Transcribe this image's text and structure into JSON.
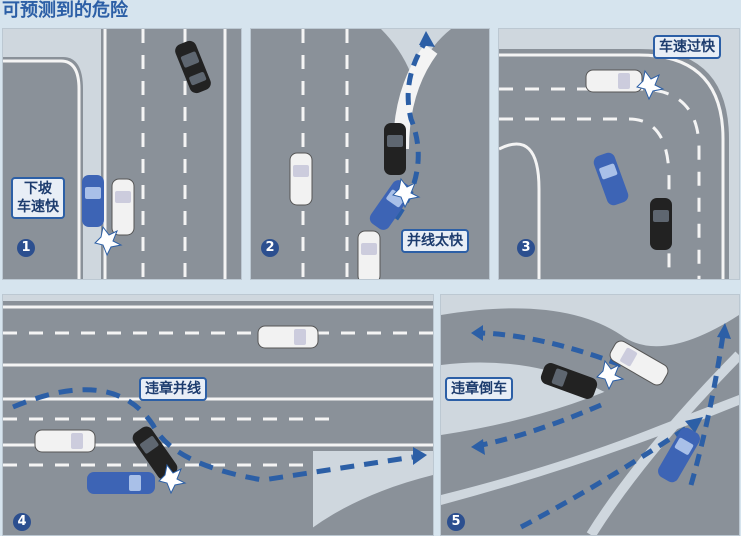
{
  "title": "可预测到的危险",
  "colors": {
    "road": "#8a9199",
    "shoulder": "#cfd7de",
    "accent_blue": "#2c5fa6",
    "car_blue": "#3d64b5",
    "car_white": "#f2f2f2",
    "car_black": "#222222",
    "callout_bg": "#e8eef6"
  },
  "panels": [
    {
      "number": "1",
      "label": "下坡\n车速快"
    },
    {
      "number": "2",
      "label": "并线太快"
    },
    {
      "number": "3",
      "label": "车速过快"
    },
    {
      "number": "4",
      "label": "违章并线"
    },
    {
      "number": "5",
      "label": "违章倒车"
    }
  ],
  "icons": [
    "car-white-icon",
    "car-blue-icon",
    "car-black-icon",
    "impact-burst-icon",
    "dashed-path-arrow-icon"
  ]
}
